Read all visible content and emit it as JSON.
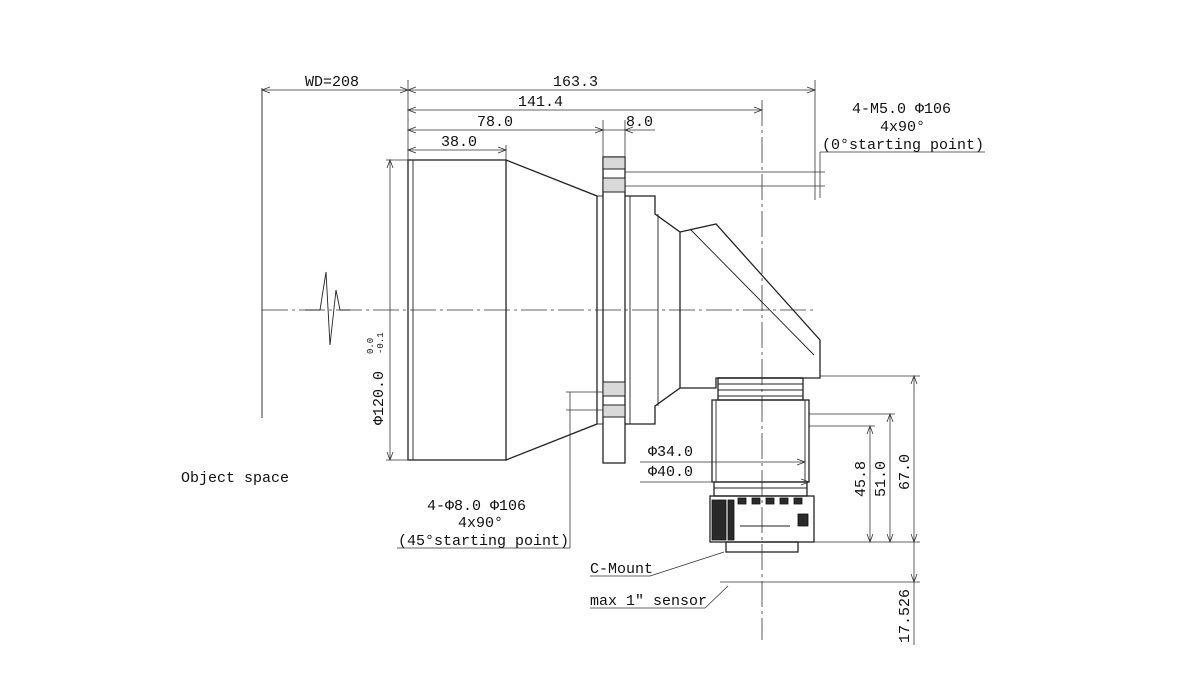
{
  "drawing": {
    "dims": {
      "wd": "WD=208",
      "total": "163.3",
      "len_141": "141.4",
      "len_78": "78.0",
      "len_8": "8.0",
      "len_38": "38.0",
      "dia_120": "Φ120.0",
      "tol_upper": "0.0",
      "tol_lower": "-0.1",
      "dia_34": "Φ34.0",
      "dia_40": "Φ40.0",
      "h_45": "45.8",
      "h_51": "51.0",
      "h_67": "67.0",
      "h_17": "17.526"
    },
    "notes": {
      "top_holes": [
        "4-M5.0  Φ106",
        "4x90°",
        "(0°starting point)"
      ],
      "bottom_holes": [
        "4-Φ8.0  Φ106",
        "4x90°",
        "(45°starting point)"
      ]
    },
    "labels": {
      "object_space": "Object space",
      "mount": "C-Mount",
      "sensor": "max 1″ sensor"
    }
  }
}
